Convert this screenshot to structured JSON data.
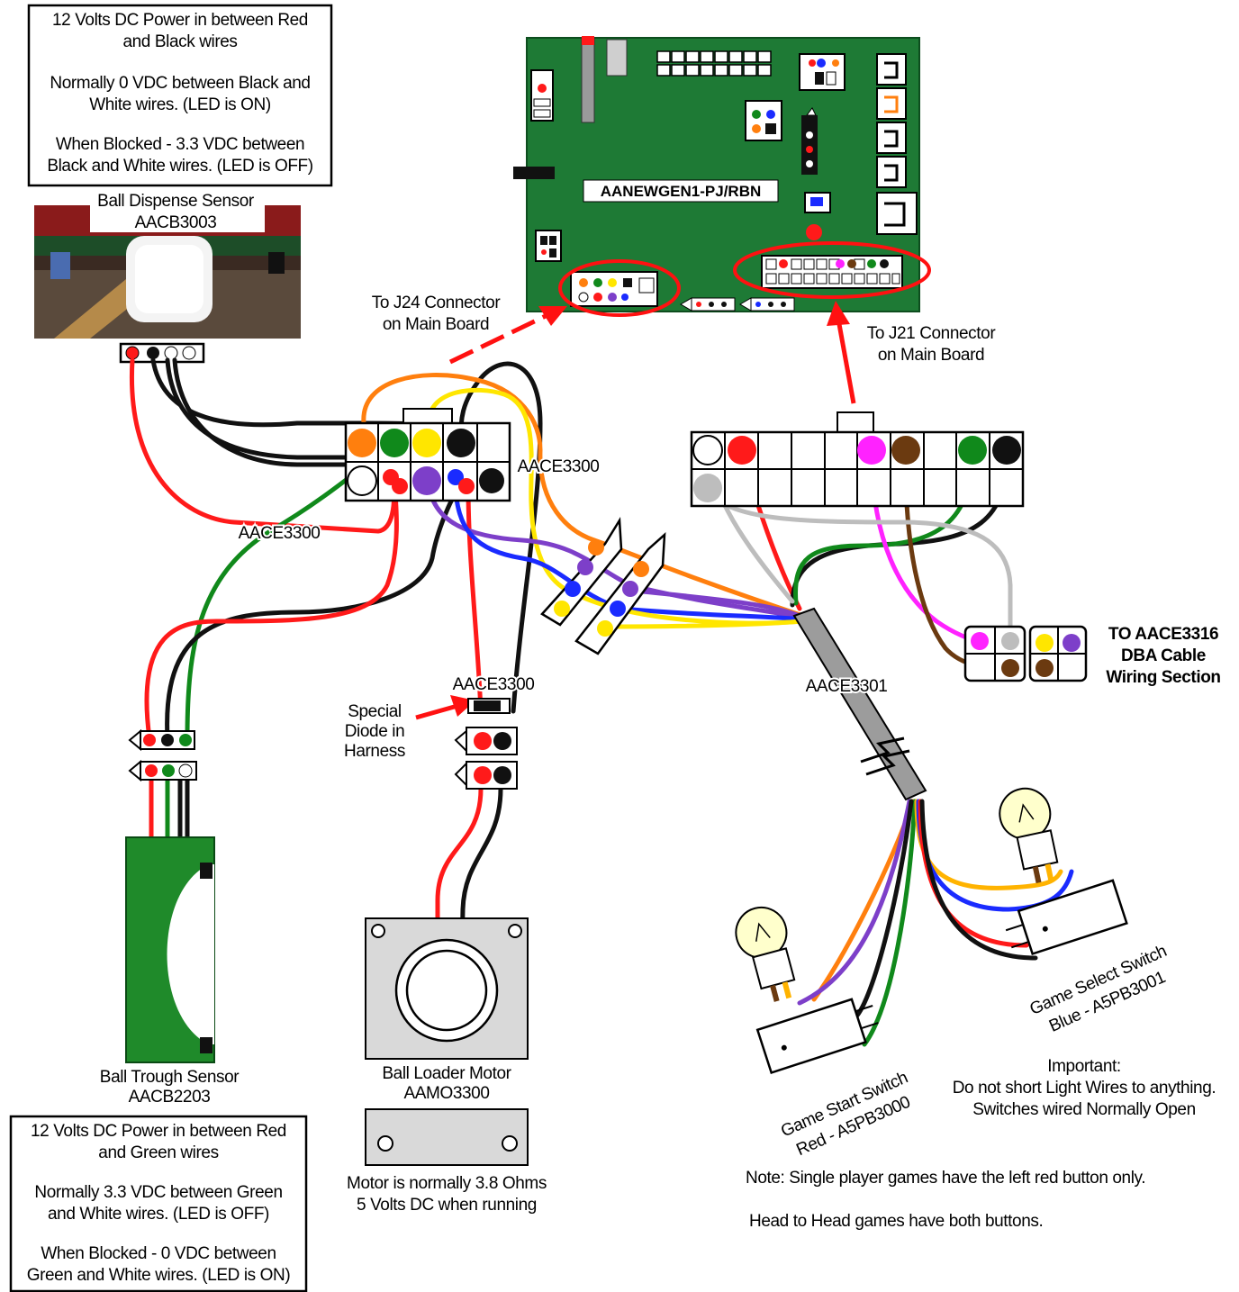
{
  "colors": {
    "board": "#1e7a35",
    "red": "#ff1a1a",
    "black": "#111111",
    "white": "#ffffff",
    "green": "#10891b",
    "orange": "#ff7f0e",
    "yellow": "#ffe600",
    "purple": "#7d3fc9",
    "blue": "#1a2bff",
    "magenta": "#ff22ff",
    "brown": "#6b3a10",
    "gray": "#bdbdbd",
    "annotation_red": "#ff1111"
  },
  "boxes": {
    "top_left": {
      "line1": "12 Volts DC Power in between Red",
      "line2": "and Black wires",
      "line3": "Normally 0 VDC between Black and",
      "line4": "White wires. (LED is ON)",
      "line5": "When Blocked - 3.3 VDC between",
      "line6": "Black and White wires. (LED is OFF)"
    },
    "bottom_left": {
      "line1": "12 Volts DC Power in between Red",
      "line2": "and Green wires",
      "line3": "Normally 3.3 VDC between Green",
      "line4": "and White wires. (LED is OFF)",
      "line5": "When Blocked - 0 VDC between",
      "line6": "Green and White wires. (LED is ON)"
    }
  },
  "labels": {
    "ball_dispense_sensor": "Ball Dispense Sensor",
    "ball_dispense_part": "AACB3003",
    "main_board": "AANEWGEN1-PJ/RBN",
    "to_j24_line1": "To J24 Connector",
    "to_j24_line2": "on Main Board",
    "to_j21_line1": "To J21 Connector",
    "to_j21_line2": "on Main Board",
    "harness_right": "AACE3300",
    "harness_left": "AACE3300",
    "harness_bottom": "AACE3300",
    "cable_3301": "AACE3301",
    "dba_line1": "TO AACE3316",
    "dba_line2": "DBA Cable",
    "dba_line3": "Wiring Section",
    "special_diode_line1": "Special",
    "special_diode_line2": "Diode in",
    "special_diode_line3": "Harness",
    "ball_trough_sensor": "Ball Trough Sensor",
    "ball_trough_part": "AACB2203",
    "ball_loader_motor": "Ball Loader Motor",
    "ball_loader_part": "AAMO3300",
    "motor_note_line1": "Motor is normally 3.8 Ohms",
    "motor_note_line2": "5 Volts DC when running",
    "game_start_line1": "Game Start Switch",
    "game_start_line2": "Red - A5PB3000",
    "game_select_line1": "Game Select Switch",
    "game_select_line2": "Blue - A5PB3001",
    "important_line1": "Important:",
    "important_line2": "Do not short Light Wires to anything.",
    "important_line3": "Switches wired Normally Open",
    "note_line1": "Note: Single player games have the left red button only.",
    "note_line2": "Head to Head games have both buttons."
  }
}
